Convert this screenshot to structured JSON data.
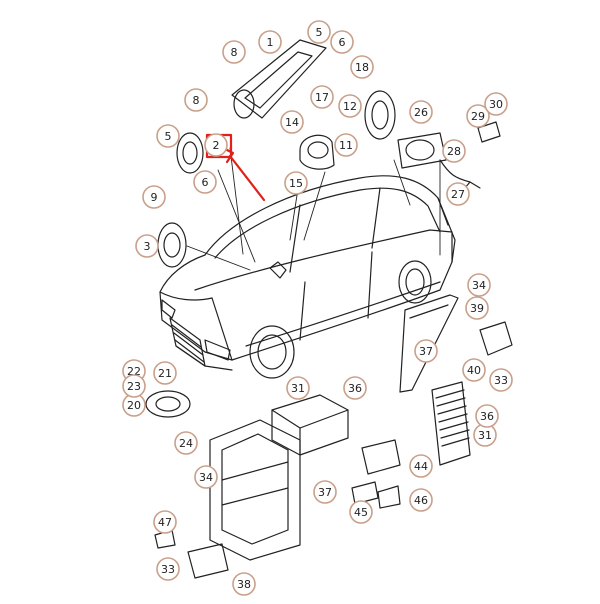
{
  "colors": {
    "line": "#222222",
    "callout_ring": "#c8a08a",
    "highlight": "#e0201a",
    "background": "#ffffff"
  },
  "labels": [
    {
      "id": "c1",
      "text": "1"
    },
    {
      "id": "c2",
      "text": "2"
    },
    {
      "id": "c3",
      "text": "3"
    },
    {
      "id": "c5",
      "text": "5"
    },
    {
      "id": "c5b",
      "text": "5"
    },
    {
      "id": "c6",
      "text": "6"
    },
    {
      "id": "c6b",
      "text": "6"
    },
    {
      "id": "c8",
      "text": "8"
    },
    {
      "id": "c8b",
      "text": "8"
    },
    {
      "id": "c9",
      "text": "9"
    },
    {
      "id": "c11",
      "text": "11"
    },
    {
      "id": "c12",
      "text": "12"
    },
    {
      "id": "c14",
      "text": "14"
    },
    {
      "id": "c15",
      "text": "15"
    },
    {
      "id": "c17",
      "text": "17"
    },
    {
      "id": "c18",
      "text": "18"
    },
    {
      "id": "c20",
      "text": "20"
    },
    {
      "id": "c21",
      "text": "21"
    },
    {
      "id": "c22",
      "text": "22"
    },
    {
      "id": "c23",
      "text": "23"
    },
    {
      "id": "c24",
      "text": "24"
    },
    {
      "id": "c26",
      "text": "26"
    },
    {
      "id": "c27",
      "text": "27"
    },
    {
      "id": "c28",
      "text": "28"
    },
    {
      "id": "c29",
      "text": "29"
    },
    {
      "id": "c30",
      "text": "30"
    },
    {
      "id": "c31",
      "text": "31"
    },
    {
      "id": "c31b",
      "text": "31"
    },
    {
      "id": "c33",
      "text": "33"
    },
    {
      "id": "c33b",
      "text": "33"
    },
    {
      "id": "c34",
      "text": "34"
    },
    {
      "id": "c34b",
      "text": "34"
    },
    {
      "id": "c36",
      "text": "36"
    },
    {
      "id": "c36b",
      "text": "36"
    },
    {
      "id": "c37",
      "text": "37"
    },
    {
      "id": "c37b",
      "text": "37"
    },
    {
      "id": "c38",
      "text": "38"
    },
    {
      "id": "c39",
      "text": "39"
    },
    {
      "id": "c40",
      "text": "40"
    },
    {
      "id": "c44",
      "text": "44"
    },
    {
      "id": "c45",
      "text": "45"
    },
    {
      "id": "c46",
      "text": "46"
    },
    {
      "id": "c47",
      "text": "47"
    }
  ]
}
